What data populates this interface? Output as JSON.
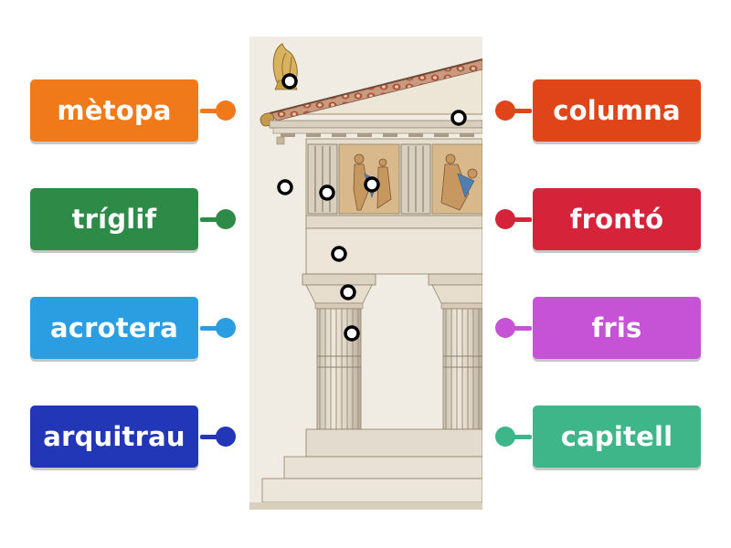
{
  "labels_left": [
    {
      "text": "mètopa",
      "color": "#f07a1a"
    },
    {
      "text": "tríglif",
      "color": "#2e8a47"
    },
    {
      "text": "acrotera",
      "color": "#2a9ee0"
    },
    {
      "text": "arquitrau",
      "color": "#2236b8"
    }
  ],
  "labels_right": [
    {
      "text": "columna",
      "color": "#df4518"
    },
    {
      "text": "frontó",
      "color": "#d5233a"
    },
    {
      "text": "fris",
      "color": "#c653d6"
    },
    {
      "text": "capitell",
      "color": "#3fb58a"
    }
  ],
  "diagram": {
    "subject": "greek-temple-facade",
    "hotspot_count": 8
  }
}
